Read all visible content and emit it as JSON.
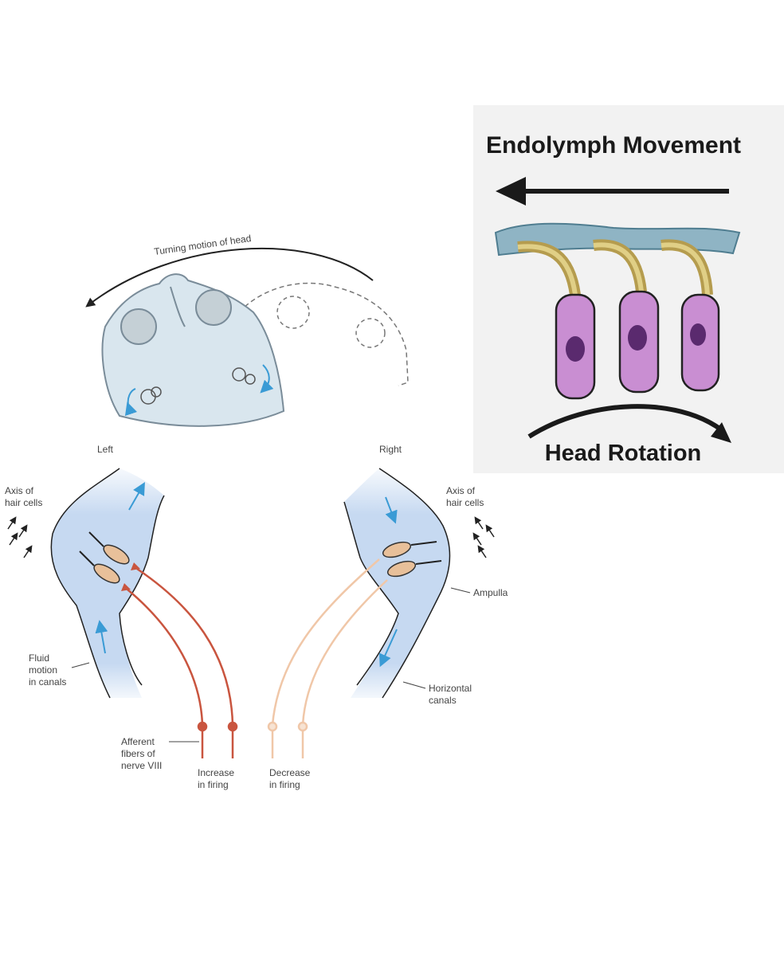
{
  "panel_right": {
    "title": "Endolymph Movement",
    "caption": "Head Rotation",
    "colors": {
      "background": "#f2f2f2",
      "cell_fill": "#c98ed2",
      "nucleus": "#5a2a6e",
      "cupula": "#8fb4c4"
    }
  },
  "head": {
    "turning_label": "Turning motion of head",
    "colors": {
      "head_fill": "#d9e6ee",
      "head_stroke": "#7a8c99"
    }
  },
  "canals": {
    "left_label": "Left",
    "right_label": "Right",
    "left_axis_label": [
      "Axis of",
      "hair cells"
    ],
    "right_axis_label": [
      "Axis of",
      "hair cells"
    ],
    "ampulla_label": "Ampulla",
    "fluid_label": [
      "Fluid",
      "motion",
      "in canals"
    ],
    "horizontal_label": [
      "Horizontal",
      "canals"
    ],
    "afferent_label": [
      "Afferent",
      "fibers of",
      "nerve VIII"
    ],
    "increase_label": [
      "Increase",
      "in firing"
    ],
    "decrease_label": [
      "Decrease",
      "in firing"
    ],
    "colors": {
      "canal_fill": "#c6d9f1",
      "flow_arrow": "#3a9bd5",
      "increase_fiber": "#c9553f",
      "decrease_fiber": "#f0c7a8"
    }
  }
}
